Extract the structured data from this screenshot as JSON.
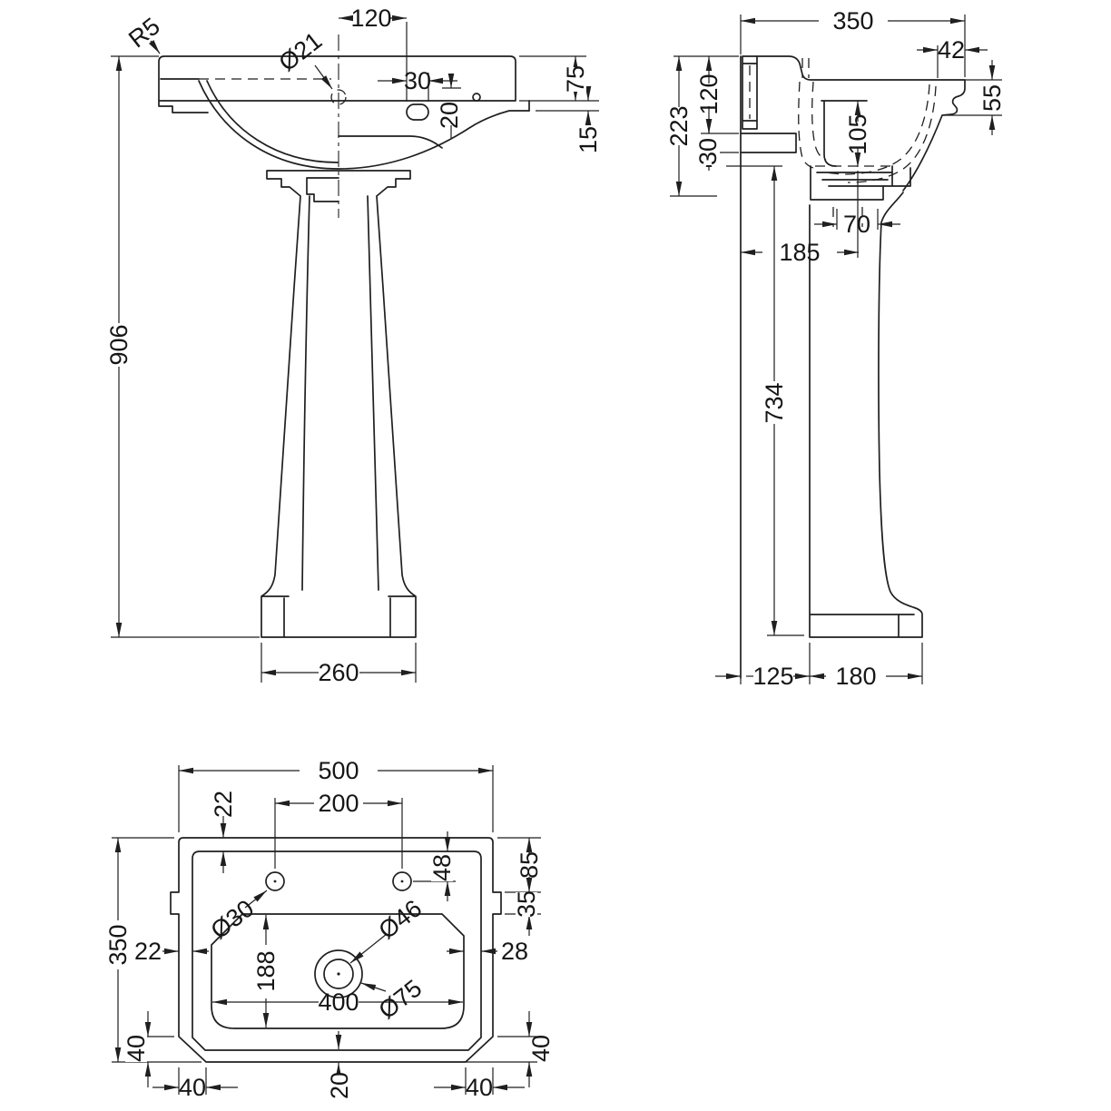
{
  "drawing": {
    "type": "technical-orthographic-drawing",
    "subject": "pedestal-basin",
    "style": {
      "ink": "#1f1f1f",
      "background": "#ffffff"
    },
    "views": {
      "front": {
        "title": "front elevation",
        "dims": {
          "r5": "R5",
          "dia21": "Ø21",
          "w120": "120",
          "w30": "30",
          "h20": "20",
          "h75": "75",
          "h15": "15",
          "h906": "906",
          "w260": "260"
        }
      },
      "side": {
        "title": "side section",
        "dims": {
          "w350": "350",
          "w42": "42",
          "h55": "55",
          "h223": "223",
          "h120": "120",
          "h30": "30",
          "h105": "105",
          "w185": "185",
          "w70": "70",
          "h734": "734",
          "w125": "125",
          "w180": "180"
        }
      },
      "plan": {
        "title": "plan view",
        "dims": {
          "w500": "500",
          "w200": "200",
          "h22": "22",
          "h48": "48",
          "h85": "85",
          "h35": "35",
          "w22": "22",
          "w28": "28",
          "h188": "188",
          "w400": "400",
          "h350": "350",
          "h40_left": "40",
          "w40_left": "40",
          "b20": "20",
          "h40_right": "40",
          "w40_right": "40",
          "dia30": "Ø30",
          "dia46": "Ø46",
          "dia75": "Ø75"
        }
      }
    }
  }
}
